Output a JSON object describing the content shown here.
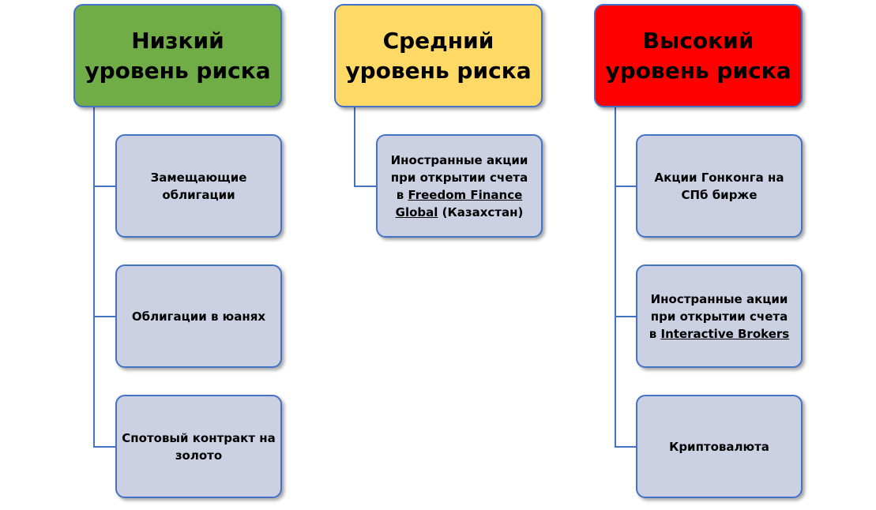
{
  "columns": [
    {
      "title_line1": "Низкий",
      "title_line2": "уровень риска",
      "color": "#70ad47",
      "items": [
        {
          "text": "Замещающие облигации"
        },
        {
          "text": "Облигации в юанях"
        },
        {
          "text": "Спотовый контракт на золото"
        }
      ]
    },
    {
      "title_line1": "Средний",
      "title_line2": "уровень риска",
      "color": "#ffd966",
      "items": [
        {
          "text": "Иностранные акции при открытии счета в",
          "link": "Freedom Finance Global",
          "suffix": " (Казахстан)"
        }
      ]
    },
    {
      "title_line1": "Высокий",
      "title_line2": "уровень риска",
      "color": "#ff0000",
      "items": [
        {
          "text": "Акции Гонконга на СПб бирже"
        },
        {
          "text": "Иностранные акции при открытии счета в",
          "link": "Interactive Brokers"
        },
        {
          "text": "Криптовалюта"
        }
      ]
    }
  ],
  "child_fill": "#cbd0e3",
  "border": "#4472c4"
}
